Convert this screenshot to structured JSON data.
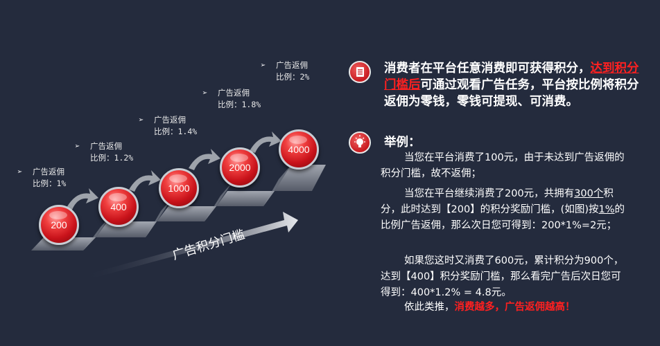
{
  "diagram": {
    "steps": [
      {
        "value": "200",
        "label_line1": "广告返佣",
        "label_line2": "比例：1%"
      },
      {
        "value": "400",
        "label_line1": "广告返佣",
        "label_line2": "比例：1.2%"
      },
      {
        "value": "1000",
        "label_line1": "广告返佣",
        "label_line2": "比例：1.4%"
      },
      {
        "value": "2000",
        "label_line1": "广告返佣",
        "label_line2": "比例：1.8%"
      },
      {
        "value": "4000",
        "label_line1": "广告返佣",
        "label_line2": "比例：2%"
      }
    ],
    "axis_title": "广告积分门槛",
    "label_marker": "➢"
  },
  "intro": {
    "icon": "document-icon",
    "text_before": "消费者在平台任意消费即可获得积分，",
    "text_highlight": "达到积分门槛后",
    "text_after": "可通过观看广告任务，平台按比例将积分返佣为零钱，零钱可提现、可消费。"
  },
  "example": {
    "icon": "lightbulb-icon",
    "title": "举例：",
    "p1": "当您在平台消费了100元，由于未达到广告返佣的积分门槛，故不返佣；",
    "p2_a": "当您在平台继续消费了200元，共拥有",
    "p2_u1": "300个",
    "p2_b": "积分，此时达到【200】的积分奖励门槛，(如图)按",
    "p2_u2": "1%",
    "p2_c": "的比例广告返佣，那么次日您可得到：200*1%=2元；",
    "p3": "如果您这时又消费了600元，累计积分为900个，达到【400】积分奖励门槛，那么看完广告后次日您可得到：400*1.2% = 4.8元。",
    "p4_a": "依此类推，",
    "p4_red": "消费越多，广告返佣越高！"
  },
  "colors": {
    "background": "#242b3d",
    "accent_red": "#ff2020",
    "ball_red": "#c8121a"
  }
}
